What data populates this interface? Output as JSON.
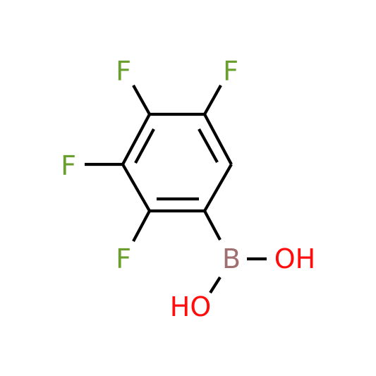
{
  "molecule": {
    "atoms": {
      "f1": {
        "symbol": "F"
      },
      "f2": {
        "symbol": "F"
      },
      "f3": {
        "symbol": "F"
      },
      "f4": {
        "symbol": "F"
      },
      "b": {
        "symbol": "B"
      },
      "o1": {
        "symbol": "OH"
      },
      "o2": {
        "symbol": "HO"
      }
    },
    "colors": {
      "bond": "#000000",
      "fluorine": "#6a9e2f",
      "boron": "#a07070",
      "oxygen": "#ff0d0d"
    }
  }
}
